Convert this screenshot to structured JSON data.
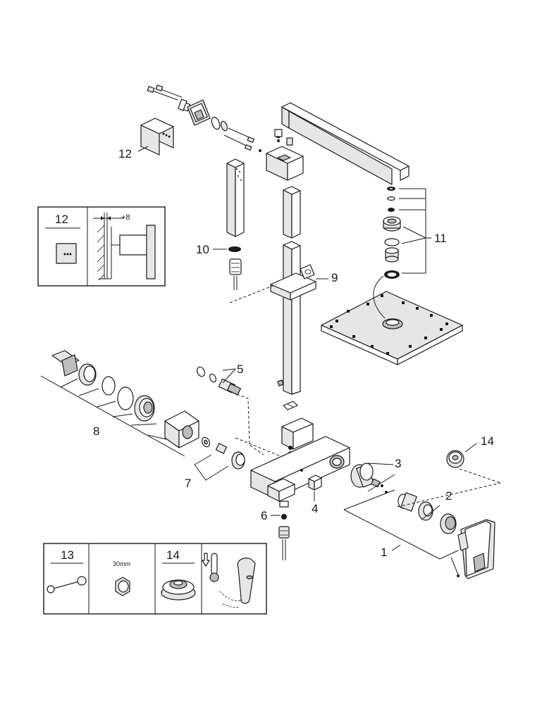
{
  "callouts": {
    "c1": "1",
    "c2": "2",
    "c3": "3",
    "c4": "4",
    "c5": "5",
    "c6": "6",
    "c7": "7",
    "c8": "8",
    "c9": "9",
    "c10": "10",
    "c11": "11",
    "c12": "12",
    "c14": "14"
  },
  "detail_box_top": {
    "label": "12",
    "dimension": "+8"
  },
  "tool_box": {
    "label_13": "13",
    "size_text": "30mm",
    "label_14": "14"
  }
}
